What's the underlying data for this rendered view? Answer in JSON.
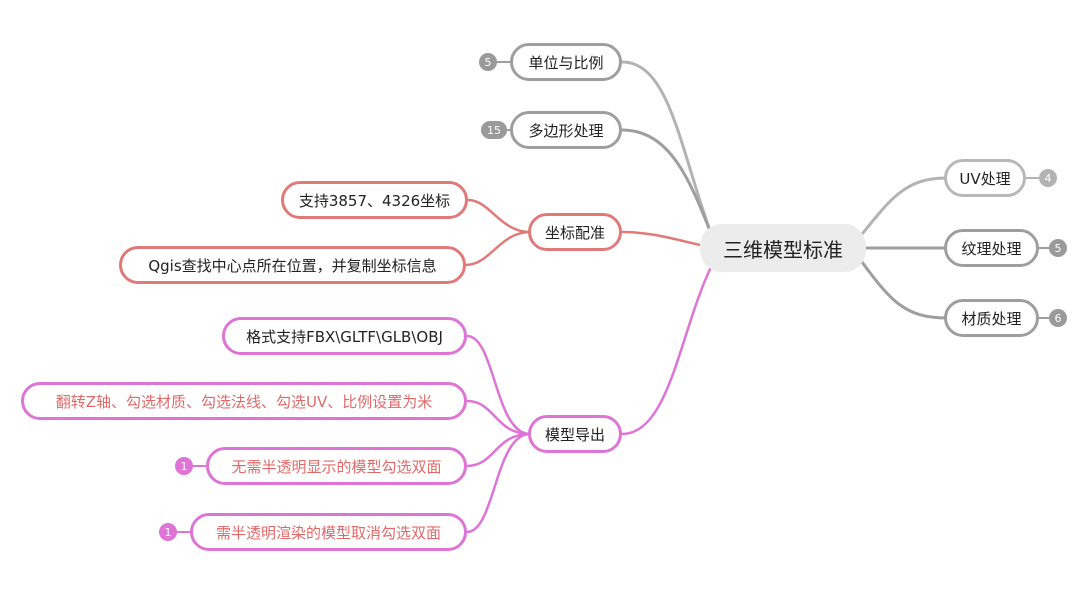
{
  "root": {
    "label": "三维模型标准"
  },
  "branches": {
    "unit": {
      "label": "单位与比例",
      "count": "5"
    },
    "polygon": {
      "label": "多边形处理",
      "count": "15"
    },
    "coord": {
      "label": "坐标配准",
      "children": [
        "支持3857、4326坐标",
        "Qgis查找中心点所在位置，并复制坐标信息"
      ]
    },
    "export": {
      "label": "模型导出",
      "children": [
        {
          "label": "格式支持FBX\\GLTF\\GLB\\OBJ",
          "count": ""
        },
        {
          "label": "翻转Z轴、勾选材质、勾选法线、勾选UV、比例设置为米",
          "count": ""
        },
        {
          "label": "无需半透明显示的模型勾选双面",
          "count": "1"
        },
        {
          "label": "需半透明渲染的模型取消勾选双面",
          "count": "1"
        }
      ]
    },
    "uv": {
      "label": "UV处理",
      "count": "4"
    },
    "texture": {
      "label": "纹理处理",
      "count": "5"
    },
    "material": {
      "label": "材质处理",
      "count": "6"
    }
  },
  "colors": {
    "gray_branch": "#9e9e9e",
    "red_branch": "#e07a78",
    "pink_branch": "#dd74d6",
    "root_fill": "#ececec"
  }
}
